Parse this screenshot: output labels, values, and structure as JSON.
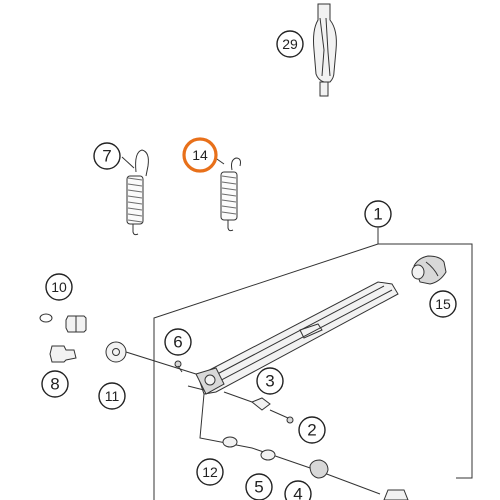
{
  "diagram": {
    "highlight_color": "#e8701a",
    "callouts": [
      {
        "id": "29",
        "label": "29"
      },
      {
        "id": "7",
        "label": "7"
      },
      {
        "id": "14",
        "label": "14",
        "highlighted": true
      },
      {
        "id": "1",
        "label": "1"
      },
      {
        "id": "10",
        "label": "10"
      },
      {
        "id": "15",
        "label": "15"
      },
      {
        "id": "6",
        "label": "6"
      },
      {
        "id": "3",
        "label": "3"
      },
      {
        "id": "8",
        "label": "8"
      },
      {
        "id": "11",
        "label": "11"
      },
      {
        "id": "2",
        "label": "2"
      },
      {
        "id": "12",
        "label": "12"
      },
      {
        "id": "5",
        "label": "5"
      },
      {
        "id": "4",
        "label": "4"
      }
    ]
  }
}
